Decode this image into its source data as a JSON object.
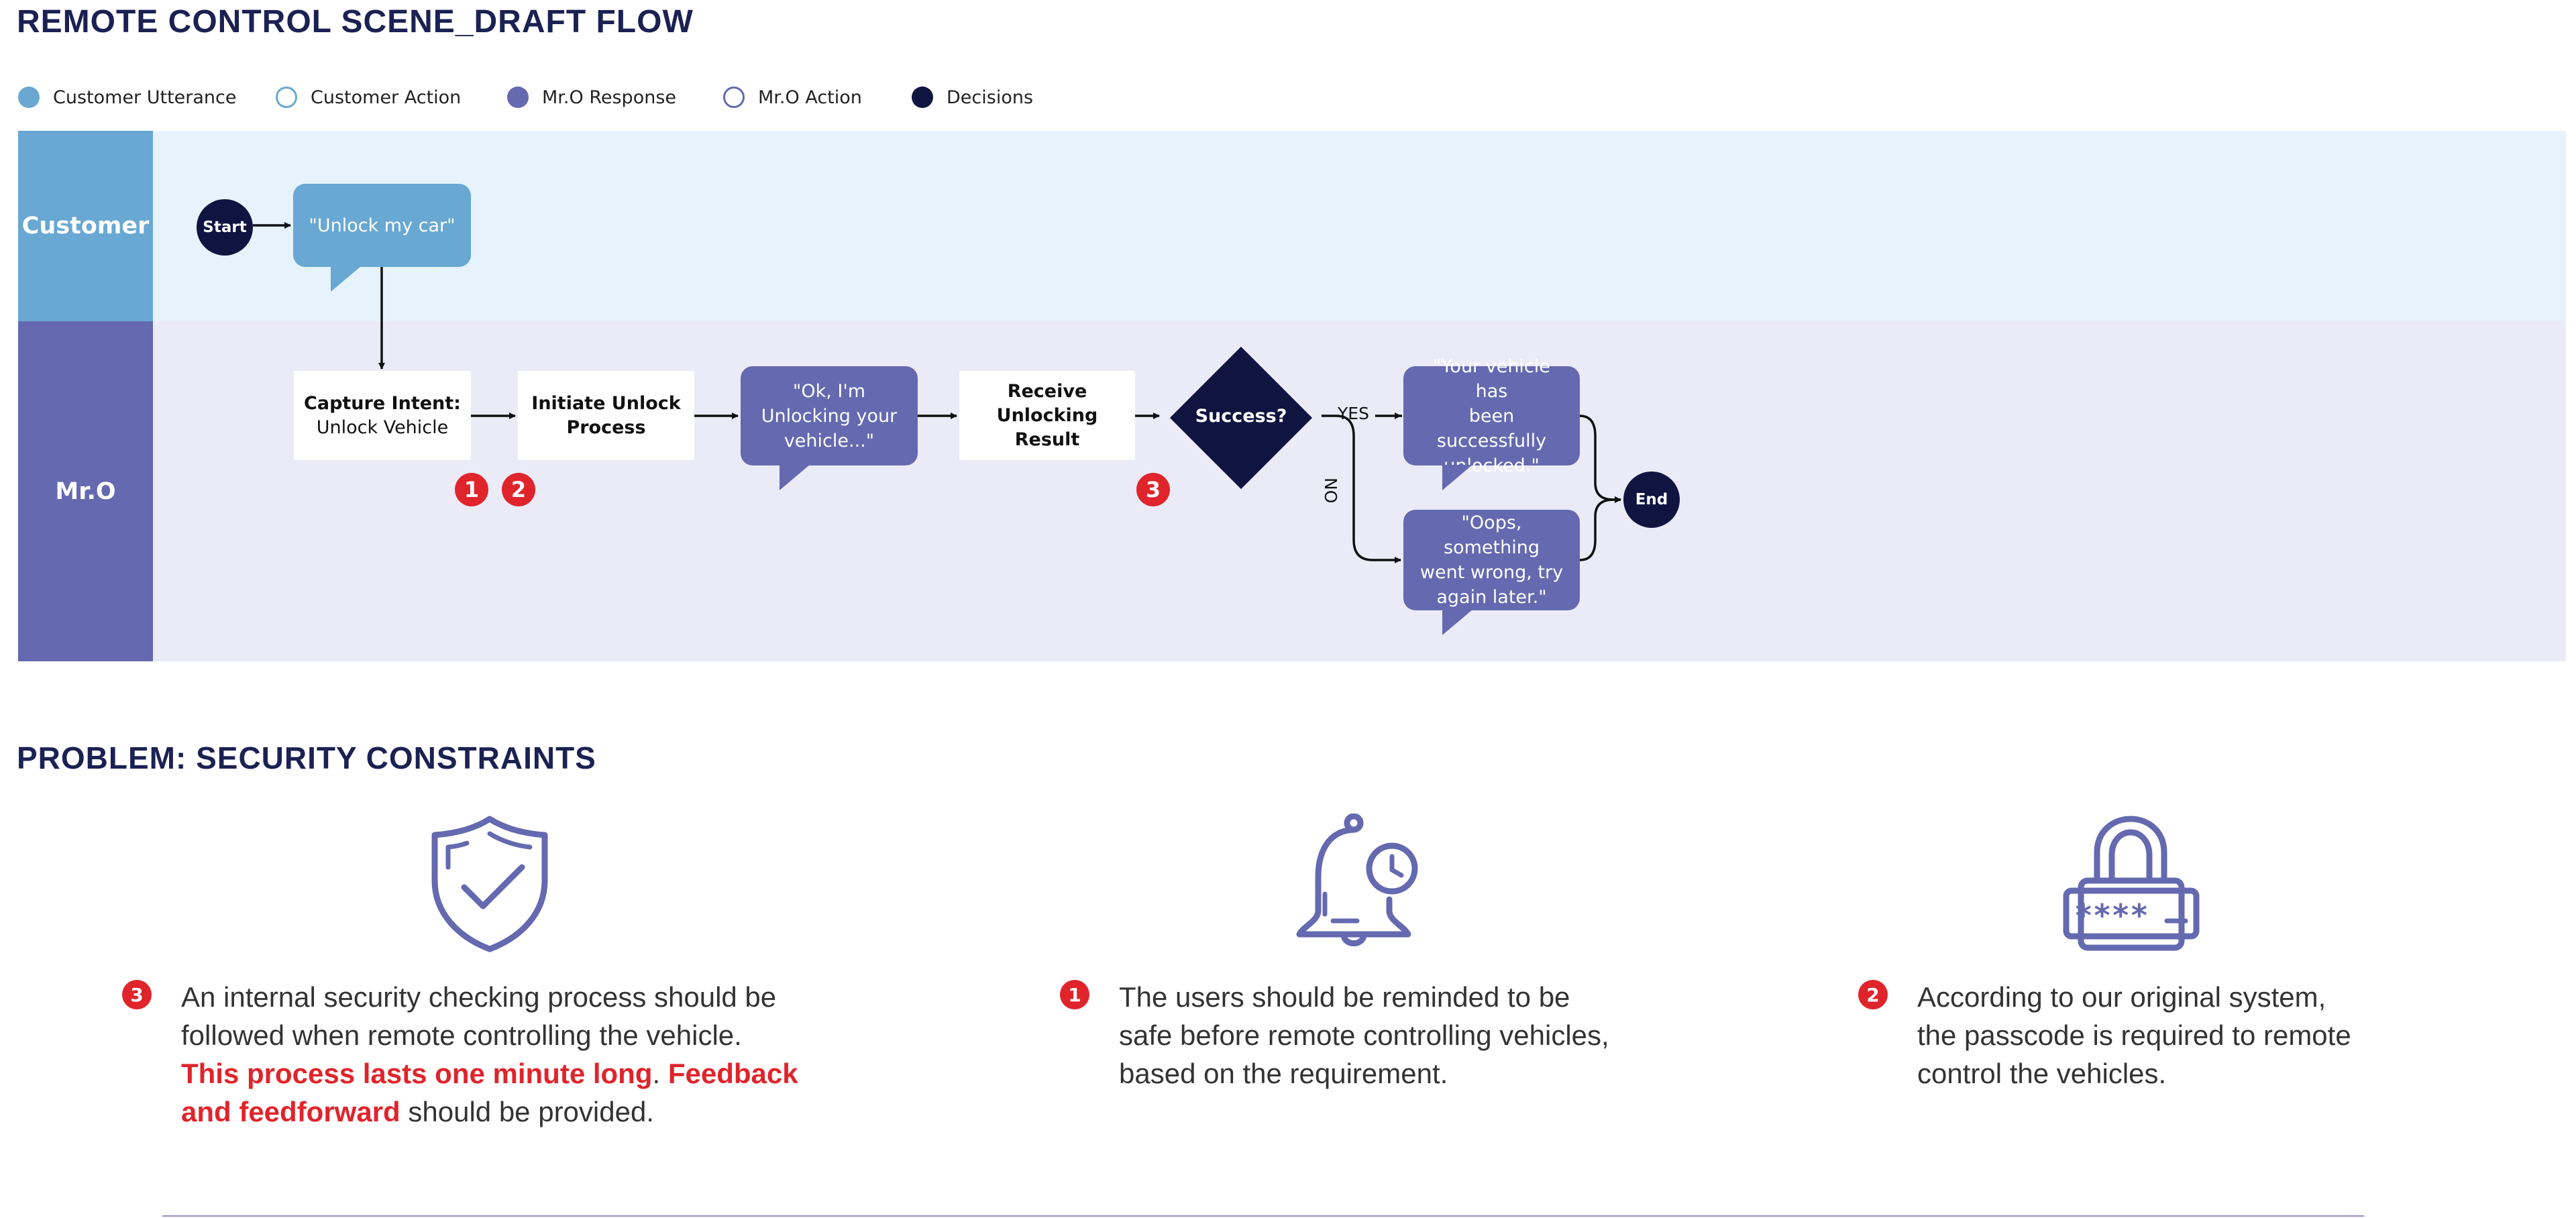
{
  "title": "REMOTE CONTROL SCENE_DRAFT FLOW",
  "legend": [
    {
      "label": "Customer Utterance",
      "color": "#68a8d2",
      "filled": true
    },
    {
      "label": "Customer Action",
      "color": "#68a8d2",
      "filled": false
    },
    {
      "label": "Mr.O Response",
      "color": "#6469b0",
      "filled": true
    },
    {
      "label": "Mr.O Action",
      "color": "#6469b0",
      "filled": false
    },
    {
      "label": "Decisions",
      "color": "#0f1440",
      "filled": true
    }
  ],
  "lanes": {
    "customer": {
      "label": "Customer",
      "color": "#68a8d2",
      "bg": "#e6f3fc"
    },
    "mro": {
      "label": "Mr.O",
      "color": "#6469b0",
      "bg": "#ebebf7"
    }
  },
  "flow": {
    "start": "Start",
    "utterance": "\"Unlock my car\"",
    "capture_title": "Capture Intent:",
    "capture_sub": "Unlock Vehicle",
    "initiate_line1": "Initiate Unlock",
    "initiate_line2": "Process",
    "ok_line1": "\"Ok, I'm",
    "ok_line2": "Unlocking your",
    "ok_line3": "vehicle...\"",
    "receive_line1": "Receive Unlocking",
    "receive_line2": "Result",
    "decision": "Success?",
    "yes": "YES",
    "no": "NO",
    "success_line1": "\"Your vehicle has",
    "success_line2": "been successfully",
    "success_line3": "unlocked.\"",
    "fail_line1": "\"Oops, something",
    "fail_line2": "went wrong, try",
    "fail_line3": "again later.\"",
    "end": "End",
    "badges": [
      "1",
      "2",
      "3"
    ]
  },
  "problem": {
    "title": "PROBLEM: SECURITY CONSTRAINTS",
    "items": [
      {
        "badge": "3",
        "icon": "shield-check-icon",
        "line1": "An internal security checking process should be",
        "line2": "followed when remote controlling the vehicle.",
        "line3_red": "This process lasts one minute long",
        "line3_plain": ". ",
        "line3_red2": "Feedback",
        "line4_red": "and feedforward",
        "line4_plain": " should be provided."
      },
      {
        "badge": "1",
        "icon": "bell-clock-icon",
        "line1": "The users should be reminded to be",
        "line2": "safe before remote controlling vehicles,",
        "line3": "based on the requirement."
      },
      {
        "badge": "2",
        "icon": "padlock-passcode-icon",
        "line1": "According to our original system,",
        "line2": "the passcode is required to remote",
        "line3": "control the vehicles."
      }
    ]
  },
  "colors": {
    "accent_dark": "#0f1440",
    "badge_red": "#e0242b",
    "icon_purple": "#6469b0",
    "title_navy": "#1b2152"
  }
}
